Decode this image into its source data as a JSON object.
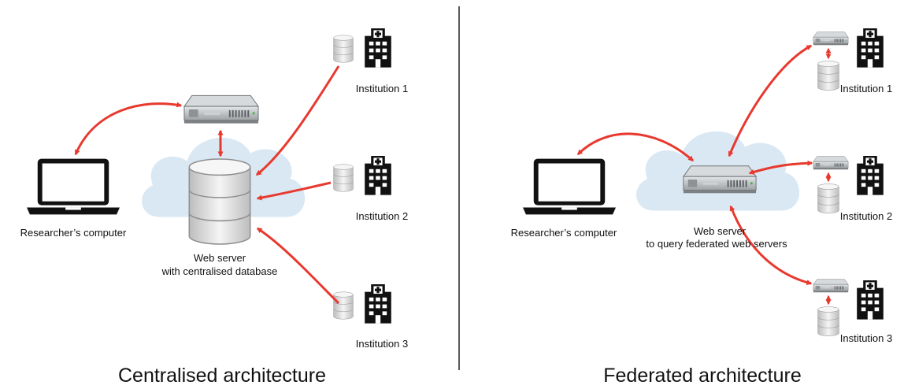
{
  "panels": {
    "centralised": {
      "title": "Centralised architecture",
      "researcher_label": "Researcher’s computer",
      "server_label_line1": "Web server",
      "server_label_line2": "with centralised database",
      "institutions": [
        "Institution 1",
        "Institution 2",
        "Institution 3"
      ]
    },
    "federated": {
      "title": "Federated architecture",
      "researcher_label": "Researcher’s computer",
      "server_label_line1": "Web server",
      "server_label_line2": "to query federated web servers",
      "institutions": [
        "Institution 1",
        "Institution 2",
        "Institution 3"
      ]
    }
  },
  "colors": {
    "arrow": "#e8392f",
    "cloud": "#d9e8f3",
    "server_body": "#b9bcbe",
    "database": "#e6e6e6",
    "icon_dark": "#111111"
  },
  "icons": [
    "laptop-icon",
    "server-icon",
    "database-icon",
    "hospital-icon",
    "cloud-icon"
  ]
}
